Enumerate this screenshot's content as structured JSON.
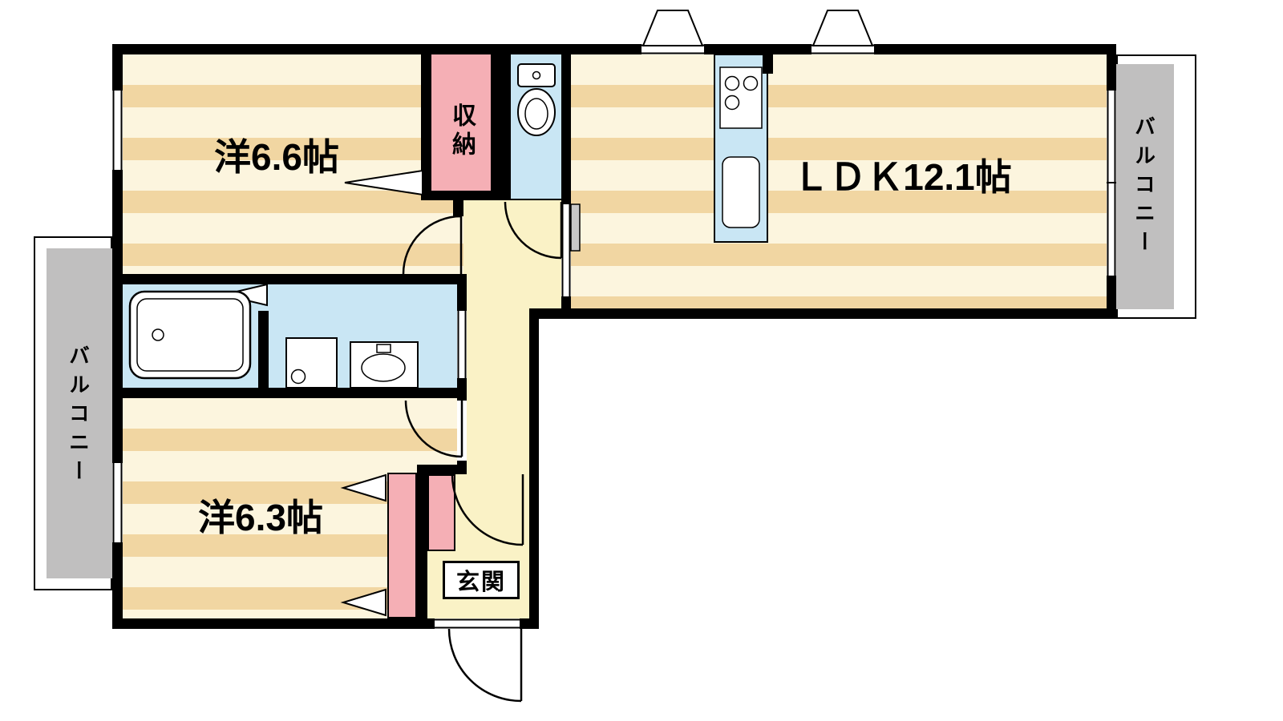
{
  "floorplan": {
    "rooms": {
      "western1": {
        "label": "洋6.6帖"
      },
      "ldk": {
        "label": "ＬＤＫ12.1帖"
      },
      "western2": {
        "label": "洋6.3帖"
      },
      "storage": {
        "label": "収納"
      },
      "entrance": {
        "label": "玄関"
      },
      "balcony_left": {
        "label": "バルコニー"
      },
      "balcony_right": {
        "label": "バルコニー"
      }
    },
    "colors": {
      "wall": "#000000",
      "flooring_light": "#FCF5DE",
      "flooring_dark": "#F1D6A2",
      "hallway_floor": "#FAF2C6",
      "wet_area_floor": "#C9E6F4",
      "closet_pink": "#F5AFB5",
      "balcony_gray": "#C0BFBF"
    },
    "fixtures": [
      "toilet",
      "bathtub",
      "washing-machine-pan",
      "vanity-sink",
      "kitchen-counter",
      "gas-stove",
      "kitchen-sink"
    ]
  }
}
